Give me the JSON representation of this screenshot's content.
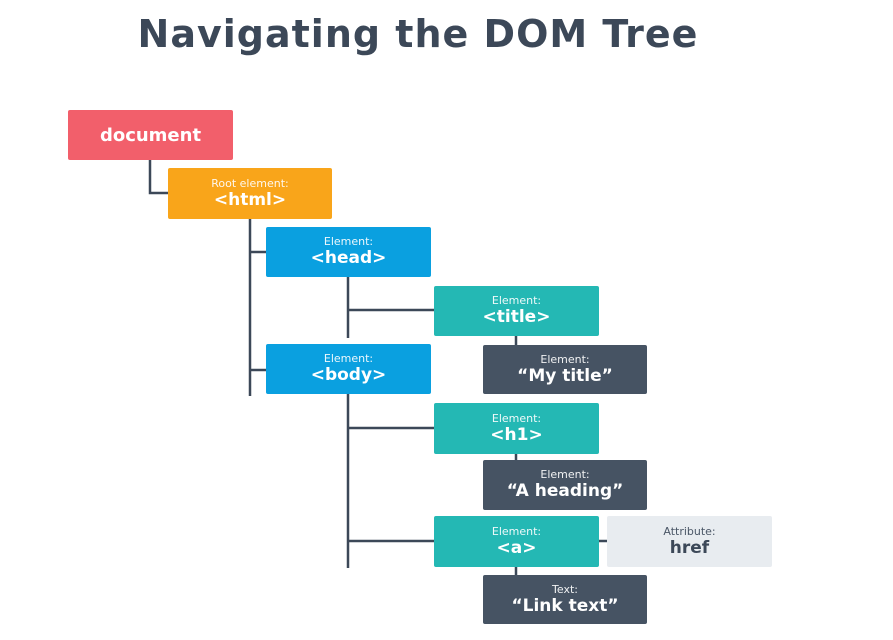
{
  "title": "Navigating the DOM Tree",
  "colors": {
    "document": "#f25f6b",
    "root": "#f9a51a",
    "element_blue": "#0aa0e0",
    "element_teal": "#24b8b4",
    "text_node": "#465363",
    "attribute": "#e8ecf0",
    "connector": "#3c4858"
  },
  "nodes": {
    "document": {
      "value": "document"
    },
    "html": {
      "caption": "Root element:",
      "value": "<html>"
    },
    "head": {
      "caption": "Element:",
      "value": "<head>"
    },
    "title_el": {
      "caption": "Element:",
      "value": "<title>"
    },
    "title_text": {
      "caption": "Element:",
      "value": "“My title”"
    },
    "body": {
      "caption": "Element:",
      "value": "<body>"
    },
    "h1": {
      "caption": "Element:",
      "value": "<h1>"
    },
    "h1_text": {
      "caption": "Element:",
      "value": "“A heading”"
    },
    "a": {
      "caption": "Element:",
      "value": "<a>"
    },
    "attr_href": {
      "caption": "Attribute:",
      "value": "href"
    },
    "a_text": {
      "caption": "Text:",
      "value": "“Link text”"
    }
  }
}
